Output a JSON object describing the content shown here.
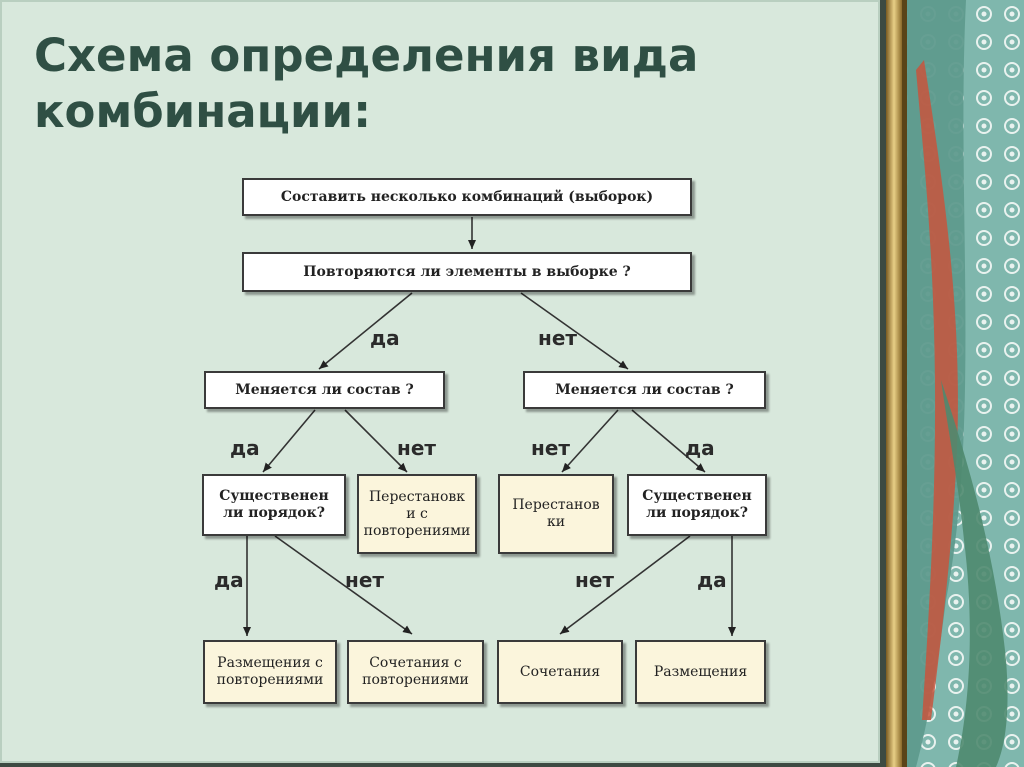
{
  "title": {
    "line1": "Схема определения вида",
    "line2": "комбинации:"
  },
  "diagram": {
    "start": "Составить несколько комбинаций (выборок)",
    "q_repeat": "Повторяются ли элементы в выборке ?",
    "q_composition_left": "Меняется ли состав ?",
    "q_composition_right": "Меняется ли состав ?",
    "q_order_left": "Существенен ли порядок?",
    "q_order_right": "Существенен ли порядок?",
    "perm_with_rep": "Перестановк и с повторениями",
    "perm": "Перестанов ки",
    "arr_with_rep": "Размещения с повторениями",
    "comb_with_rep": "Сочетания с повторениями",
    "comb": "Сочетания",
    "arr": "Размещения"
  },
  "labels": {
    "yes": "да",
    "no": "нет"
  },
  "colors": {
    "slide_bg": "#d8e8dc",
    "title": "#2f4f44",
    "result_box": "#fbf5dc",
    "frame_gold": "#c9a45a",
    "curtain_teal": "#6aa397",
    "curtain_red": "#c8553d"
  }
}
